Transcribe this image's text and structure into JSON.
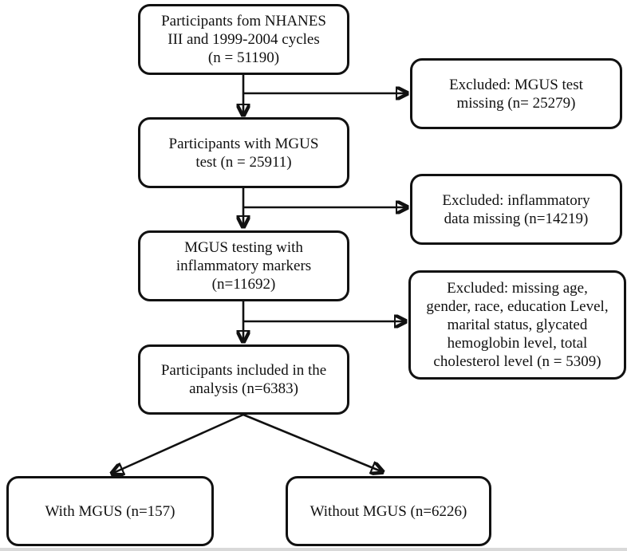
{
  "page": {
    "background_color": "#ffffff",
    "ink_color": "#111111",
    "bottom_strip_color": "#d9d9d9"
  },
  "boxes": {
    "source": {
      "lines": [
        "Participants fom NHANES",
        "III and 1999-2004 cycles",
        "(n = 51190)"
      ]
    },
    "excluded_mgus_test_missing": {
      "lines": [
        "Excluded: MGUS test",
        "missing (n= 25279)"
      ]
    },
    "mgus_test": {
      "lines": [
        "Participants with MGUS",
        "test (n = 25911)"
      ]
    },
    "excluded_inflammatory_missing": {
      "lines": [
        "Excluded: inflammatory",
        "data missing (n=14219)"
      ]
    },
    "inflammatory_markers": {
      "lines": [
        "MGUS testing with",
        "inflammatory markers",
        "(n=11692)"
      ]
    },
    "excluded_covariates_missing": {
      "lines": [
        "Excluded: missing age,",
        "gender, race, education Level,",
        "marital status, glycated",
        "hemoglobin level, total",
        "cholesterol level (n = 5309)"
      ]
    },
    "included": {
      "lines": [
        "Participants included in the",
        "analysis (n=6383)"
      ]
    },
    "with_mgus": {
      "lines": [
        "With MGUS (n=157)"
      ]
    },
    "without_mgus": {
      "lines": [
        "Without MGUS (n=6226)"
      ]
    }
  },
  "edges": [
    {
      "from": "source",
      "to": "mgus_test"
    },
    {
      "from": "source",
      "to": "excluded_mgus_test_missing"
    },
    {
      "from": "mgus_test",
      "to": "inflammatory_markers"
    },
    {
      "from": "mgus_test",
      "to": "excluded_inflammatory_missing"
    },
    {
      "from": "inflammatory_markers",
      "to": "included"
    },
    {
      "from": "inflammatory_markers",
      "to": "excluded_covariates_missing"
    },
    {
      "from": "included",
      "to": "with_mgus"
    },
    {
      "from": "included",
      "to": "without_mgus"
    }
  ]
}
